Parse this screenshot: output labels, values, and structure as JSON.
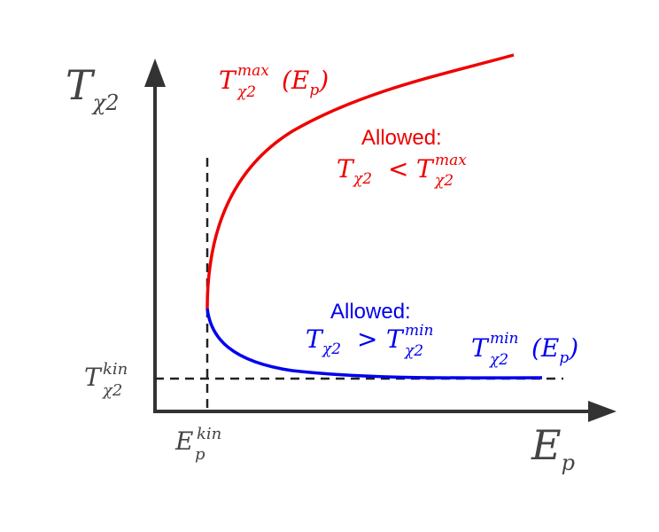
{
  "axes": {
    "y_label": {
      "main": "T",
      "sub": "χ2"
    },
    "x_label": {
      "main": "E",
      "sub": "p"
    }
  },
  "thresholds": {
    "t_kin": {
      "main": "T",
      "sup": "kin",
      "sub": "χ2"
    },
    "e_kin": {
      "main": "E",
      "sup": "kin",
      "sub": "p"
    }
  },
  "curves": {
    "upper": {
      "color": "#ee0000",
      "label": {
        "main": "T",
        "sup": "max",
        "sub": "χ2",
        "arg": "(E",
        "arg_sub": "p",
        "close": ")"
      }
    },
    "lower": {
      "color": "#0000ee",
      "label": {
        "main": "T",
        "sup": "min",
        "sub": "χ2",
        "arg": "(E",
        "arg_sub": "p",
        "close": ")"
      }
    }
  },
  "annotations": {
    "upper_region": {
      "title": "Allowed:",
      "expr": {
        "lhs": "T",
        "lhs_sub": "χ2",
        "op": "<",
        "rhs": "T",
        "rhs_sup": "max",
        "rhs_sub": "χ2"
      }
    },
    "lower_region": {
      "title": "Allowed:",
      "expr": {
        "lhs": "T",
        "lhs_sub": "χ2",
        "op": ">",
        "rhs": "T",
        "rhs_sup": "min",
        "rhs_sub": "χ2"
      }
    }
  },
  "colors": {
    "axis": "#333333",
    "dashed": "#222222",
    "label_gray": "#444444"
  }
}
